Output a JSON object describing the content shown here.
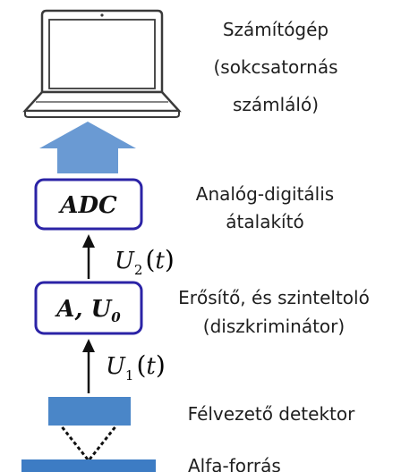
{
  "computer": {
    "line1": "Számítógép",
    "line2": "(sokcsatornás",
    "line3": "számláló)"
  },
  "adc": {
    "box_label": "ADC",
    "desc_line1": "Analóg-digitális",
    "desc_line2": "átalakító"
  },
  "signal_u2": {
    "symbol": "U",
    "subscript": "2",
    "arg": "t"
  },
  "amplifier": {
    "box_label_a": "A, ",
    "box_label_u": "U",
    "box_label_sub": "0",
    "desc_line1": "Erősítő, és szinteltoló",
    "desc_line2": "(diszkriminátor)"
  },
  "signal_u1": {
    "symbol": "U",
    "subscript": "1",
    "arg": "t"
  },
  "detector": {
    "label": "Félvezető detektor"
  },
  "source": {
    "label": "Alfa-forrás"
  },
  "colors": {
    "box_border": "#2b23a6",
    "arrow_fill": "#6a9ad3",
    "detector_fill": "#4a86c8",
    "source_fill": "#3d7cc4"
  }
}
